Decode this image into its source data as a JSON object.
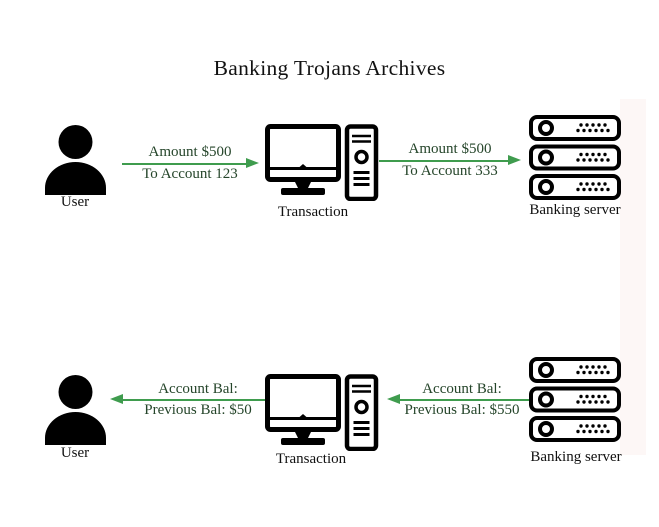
{
  "title": "Banking Trojans Archives",
  "colors": {
    "arrow": "#3f9c4e",
    "arrow_text": "#25452a",
    "icon": "#000000",
    "side_band": "#fdf7f6",
    "background": "#ffffff"
  },
  "icons": {
    "user": "user-silhouette-icon",
    "computer": "desktop-computer-icon",
    "server": "server-stack-icon"
  },
  "rows": [
    {
      "user_label": "User",
      "computer_label": "Transaction",
      "server_label": "Banking server",
      "arrow1": {
        "direction": "right",
        "line1": "Amount $500",
        "line2": "To Account 123"
      },
      "arrow2": {
        "direction": "right",
        "line1": "Amount $500",
        "line2": "To Account 333"
      }
    },
    {
      "user_label": "User",
      "computer_label": "Transaction",
      "server_label": "Banking server",
      "arrow1": {
        "direction": "left",
        "line1": "Account Bal:",
        "line2": "Previous Bal: $50"
      },
      "arrow2": {
        "direction": "left",
        "line1": "Account Bal:",
        "line2": "Previous Bal: $550"
      }
    }
  ]
}
